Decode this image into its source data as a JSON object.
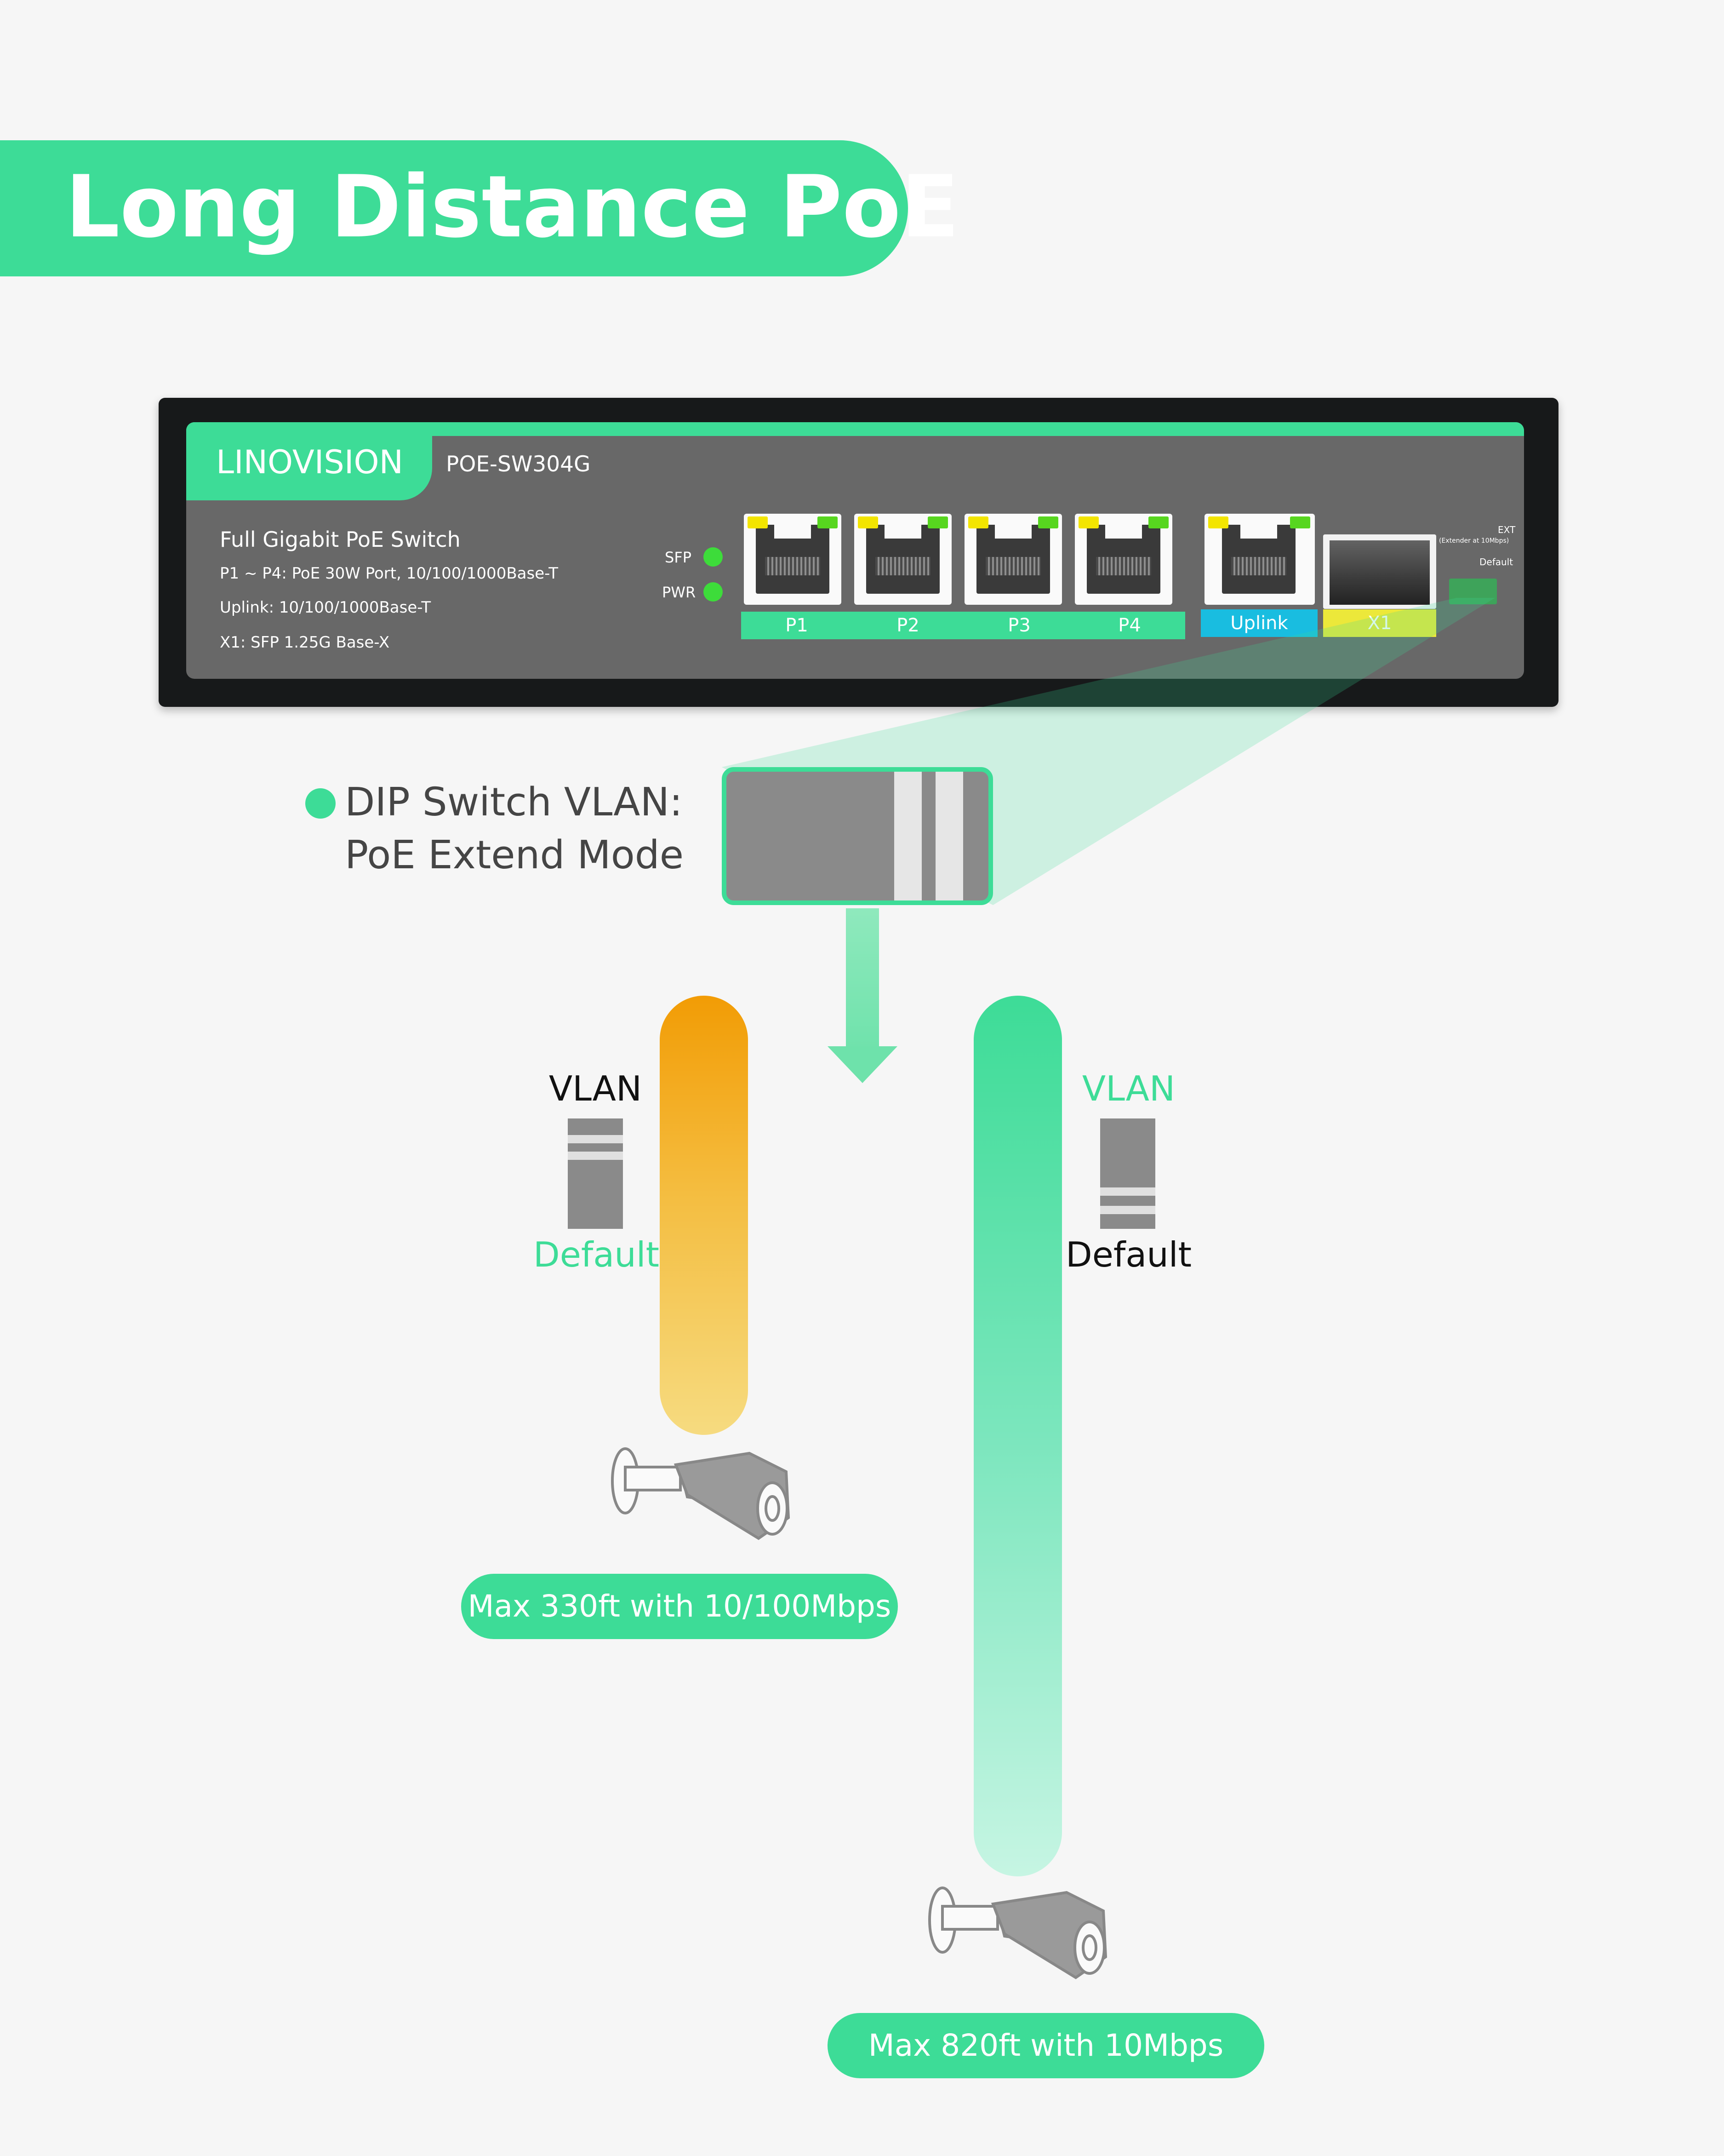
{
  "header": {
    "title": "Long Distance PoE"
  },
  "device": {
    "brand": "LINOVISION",
    "model": "POE-SW304G",
    "spec_title": "Full Gigabit PoE Switch",
    "spec_ports": "P1 ~ P4: PoE 30W Port, 10/100/1000Base-T",
    "spec_uplink": "Uplink: 10/100/1000Base-T",
    "spec_sfp": "X1: SFP 1.25G Base-X",
    "led_sfp": "SFP",
    "led_pwr": "PWR",
    "ports": [
      "P1",
      "P2",
      "P3",
      "P4"
    ],
    "uplink_label": "Uplink",
    "sfp_label": "X1",
    "ext_label": "EXT",
    "ext_note": "(Extender at 10Mbps)",
    "default_label": "Default",
    "colors": {
      "accent": "#3ddc97",
      "uplink": "#19bde0",
      "sfp": "#ece83a",
      "panel": "#686868"
    }
  },
  "callout": {
    "line1": "DIP Switch VLAN:",
    "line2": "PoE Extend Mode"
  },
  "modes": {
    "short": {
      "vlan_label": "VLAN",
      "default_label": "Default",
      "distance": "Max 330ft with 10/100Mbps",
      "bar_color": "#f29c05",
      "icon": "camera-icon"
    },
    "long": {
      "vlan_label": "VLAN",
      "default_label": "Default",
      "distance": "Max 820ft with 10Mbps",
      "bar_color": "#3ddc97",
      "icon": "camera-icon"
    }
  }
}
